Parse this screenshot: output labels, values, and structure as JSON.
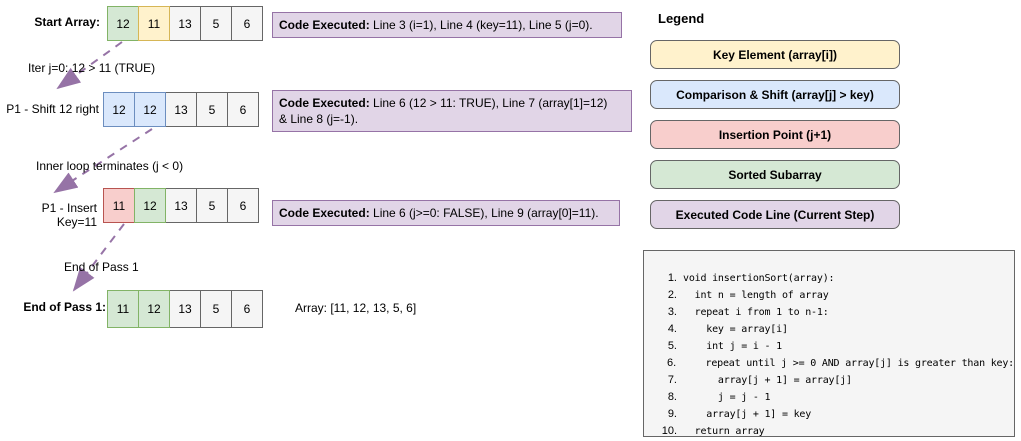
{
  "diagram": {
    "steps": [
      {
        "label": "Start Array:",
        "cells": [
          {
            "v": "12",
            "c": "green"
          },
          {
            "v": "11",
            "c": "yellow"
          },
          {
            "v": "13",
            "c": "gray"
          },
          {
            "v": "5",
            "c": "gray"
          },
          {
            "v": "6",
            "c": "gray"
          }
        ],
        "code_prefix": "Code Executed:",
        "code_text": " Line 3 (i=1), Line 4 (key=11), Line 5 (j=0)."
      },
      {
        "label": "P1 - Shift 12 right",
        "cells": [
          {
            "v": "12",
            "c": "blue"
          },
          {
            "v": "12",
            "c": "blue"
          },
          {
            "v": "13",
            "c": "gray"
          },
          {
            "v": "5",
            "c": "gray"
          },
          {
            "v": "6",
            "c": "gray"
          }
        ],
        "code_prefix": "Code Executed:",
        "code_text": " Line 6 (12 > 11: TRUE), Line 7 (array[1]=12)\n& Line 8 (j=-1)."
      },
      {
        "label": "P1 - Insert Key=11",
        "cells": [
          {
            "v": "11",
            "c": "red"
          },
          {
            "v": "12",
            "c": "green"
          },
          {
            "v": "13",
            "c": "gray"
          },
          {
            "v": "5",
            "c": "gray"
          },
          {
            "v": "6",
            "c": "gray"
          }
        ],
        "code_prefix": "Code Executed:",
        "code_text": " Line 6 (j>=0: FALSE), Line 9 (array[0]=11)."
      },
      {
        "label": "End of Pass 1:",
        "cells": [
          {
            "v": "11",
            "c": "green"
          },
          {
            "v": "12",
            "c": "green"
          },
          {
            "v": "13",
            "c": "gray"
          },
          {
            "v": "5",
            "c": "gray"
          },
          {
            "v": "6",
            "c": "gray"
          }
        ],
        "result_text": "Array: [11, 12, 13, 5, 6]"
      }
    ],
    "arrow_labels": [
      "Iter j=0: 12 > 11 (TRUE)",
      "Inner loop terminates (j < 0)",
      "End of Pass 1"
    ]
  },
  "legend": {
    "title": "Legend",
    "items": [
      {
        "label": "Key Element (array[i])",
        "c": "yellow"
      },
      {
        "label": "Comparison & Shift (array[j] > key)",
        "c": "blue"
      },
      {
        "label": "Insertion Point (j+1)",
        "c": "red"
      },
      {
        "label": "Sorted Subarray",
        "c": "green"
      },
      {
        "label": "Executed Code Line (Current Step)",
        "c": "purple"
      }
    ]
  },
  "pseudocode": {
    "lines": [
      {
        "num": "1.",
        "code": "void insertionSort(array):"
      },
      {
        "num": "2.",
        "code": "  int n = length of array"
      },
      {
        "num": "3.",
        "code": "  repeat i from 1 to n-1:"
      },
      {
        "num": "4.",
        "code": "    key = array[i]"
      },
      {
        "num": "5.",
        "code": "    int j = i - 1"
      },
      {
        "num": "6.",
        "code": "    repeat until j >= 0 AND array[j] is greater than key:"
      },
      {
        "num": "7.",
        "code": "      array[j + 1] = array[j]"
      },
      {
        "num": "8.",
        "code": "      j = j - 1"
      },
      {
        "num": "9.",
        "code": "    array[j + 1] = key"
      },
      {
        "num": "10.",
        "code": "  return array"
      }
    ]
  },
  "colors": {
    "key_element_fill": "#fff2cc",
    "key_element_stroke": "#d6b656",
    "comparison_fill": "#dae8fc",
    "comparison_stroke": "#6c8ebf",
    "insertion_fill": "#f8cecc",
    "insertion_stroke": "#b85450",
    "sorted_fill": "#d5e8d4",
    "sorted_stroke": "#82b366",
    "executed_fill": "#e1d5e7",
    "executed_stroke": "#9673a6",
    "default_cell_fill": "#f5f5f5",
    "default_cell_stroke": "#666666",
    "arrow": "#9673a6"
  }
}
